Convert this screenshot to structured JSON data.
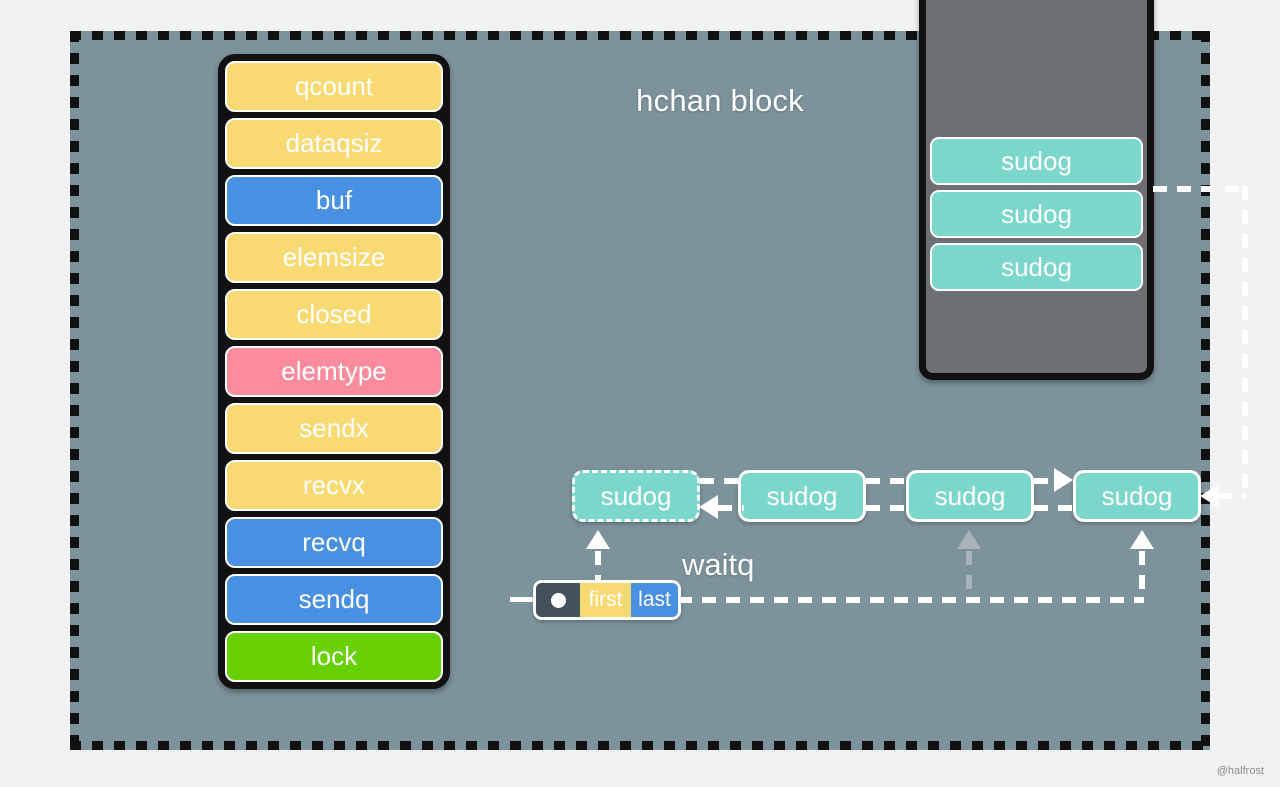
{
  "diagram": {
    "title": "hchan block",
    "waitq_label": "waitq",
    "watermark": "@halfrost",
    "colors": {
      "background": "#7d939c",
      "yellow": "#f9da72",
      "blue": "#4a90e2",
      "pink": "#fb8c9e",
      "green": "#67d000",
      "teal": "#7bd7cc",
      "block_gray": "#6c6f74",
      "border_black": "#111111",
      "connector_white": "#ffffff",
      "connector_gray": "#a9b4ba"
    }
  },
  "hchan_fields": [
    {
      "label": "qcount",
      "color": "yellow"
    },
    {
      "label": "dataqsiz",
      "color": "yellow"
    },
    {
      "label": "buf",
      "color": "blue"
    },
    {
      "label": "elemsize",
      "color": "yellow"
    },
    {
      "label": "closed",
      "color": "yellow"
    },
    {
      "label": "elemtype",
      "color": "pink"
    },
    {
      "label": "sendx",
      "color": "yellow"
    },
    {
      "label": "recvx",
      "color": "yellow"
    },
    {
      "label": "recvq",
      "color": "blue"
    },
    {
      "label": "sendq",
      "color": "blue"
    },
    {
      "label": "lock",
      "color": "green"
    }
  ],
  "sudog_block": {
    "slots": [
      {
        "label": "",
        "filled": false
      },
      {
        "label": "sudog",
        "filled": true
      },
      {
        "label": "sudog",
        "filled": true
      },
      {
        "label": "sudog",
        "filled": true
      },
      {
        "label": "",
        "filled": false
      }
    ]
  },
  "waitq": {
    "struct": {
      "pointer_dot": "",
      "first_label": "first",
      "last_label": "last"
    },
    "nodes": [
      {
        "label": "sudog",
        "border": "dashed"
      },
      {
        "label": "sudog",
        "border": "solid"
      },
      {
        "label": "sudog",
        "border": "solid"
      },
      {
        "label": "sudog",
        "border": "solid"
      }
    ]
  }
}
